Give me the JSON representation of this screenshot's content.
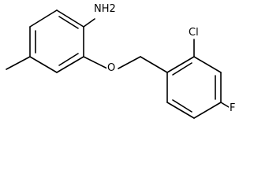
{
  "molecule": {
    "atoms": {
      "nh2": "NH2",
      "o": "O",
      "cl": "Cl",
      "f": "F"
    },
    "bond_color": "#000000"
  }
}
